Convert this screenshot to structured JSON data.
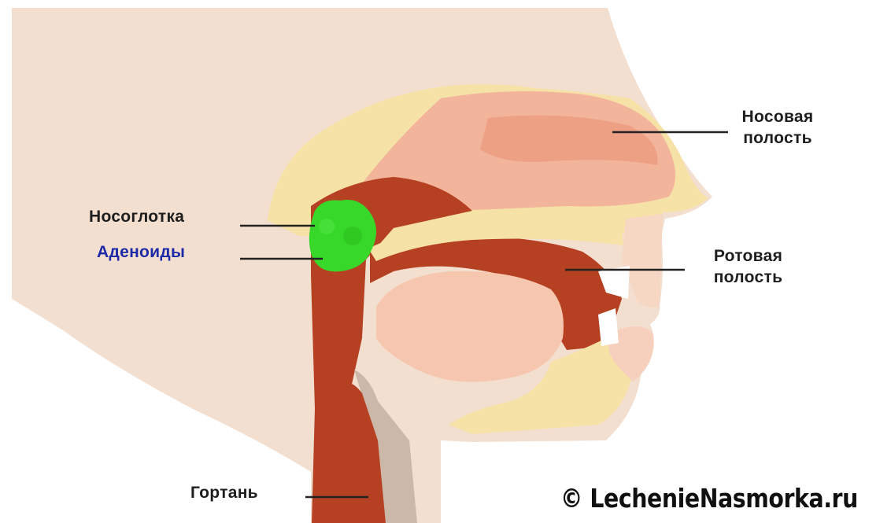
{
  "labels": {
    "nasal_cavity": "Носовая\nполость",
    "nasopharynx": "Носоглотка",
    "adenoids": "Аденоиды",
    "oral_cavity": "Ротовая\nполость",
    "larynx": "Гортань"
  },
  "watermark": "© LechenieNasmorka.ru",
  "colors": {
    "skin": "#f3dfcf",
    "bone": "#f6e1a6",
    "mucosa": "#f0a486",
    "tract": "#b54122",
    "adenoids": "#38d82a",
    "label_text": "#1e1e1e",
    "adenoid_label": "#1d2aa8"
  }
}
